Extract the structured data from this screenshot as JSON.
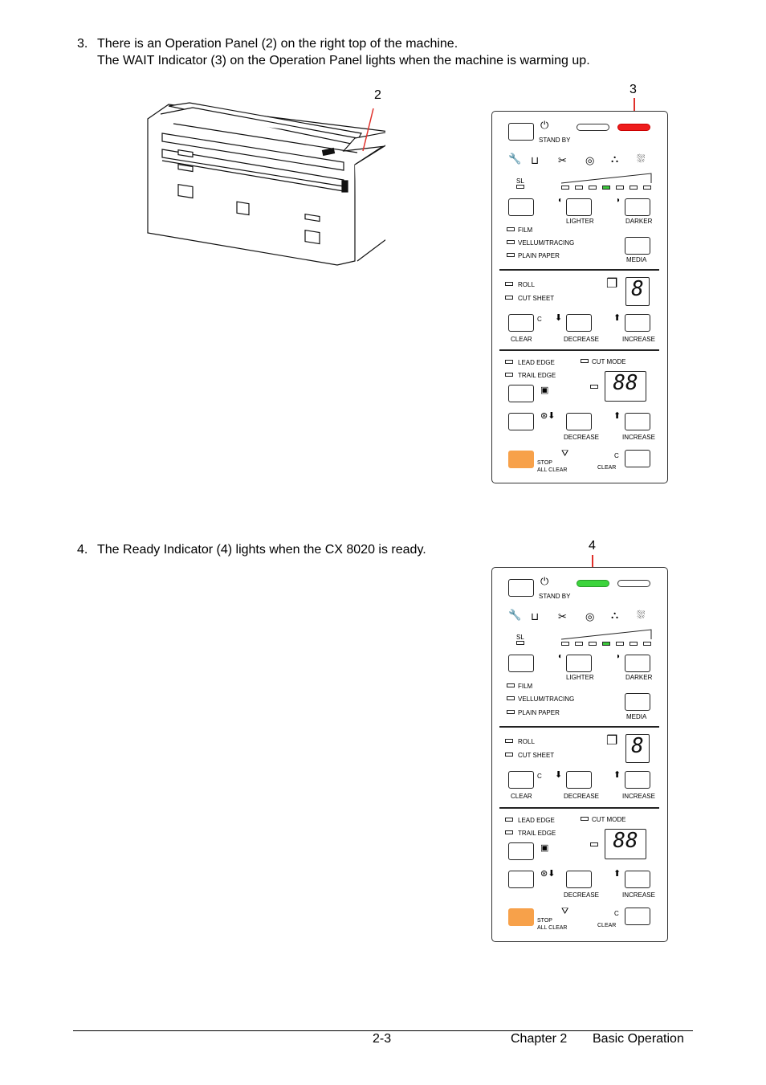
{
  "step3": {
    "number": "3.",
    "line1": "There is an Operation Panel (2) on the right top of the machine.",
    "line2": "The WAIT Indicator (3) on the Operation Panel lights when the machine is warming up.",
    "callout_machine": "2",
    "callout_panel": "3"
  },
  "step4": {
    "number": "4.",
    "line1": "The Ready Indicator (4) lights when the CX 8020 is ready.",
    "callout_panel": "4"
  },
  "panel": {
    "stand_by": "STAND BY",
    "sl": "SL",
    "lighter": "LIGHTER",
    "darker": "DARKER",
    "film": "FILM",
    "vellum": "VELLUM/TRACING",
    "plain": "PLAIN PAPER",
    "media": "MEDIA",
    "roll": "ROLL",
    "cut_sheet": "CUT SHEET",
    "clear_c": "C",
    "clear": "CLEAR",
    "decrease": "DECREASE",
    "increase": "INCREASE",
    "lead_edge": "LEAD EDGE",
    "trail_edge": "TRAIL EDGE",
    "cut_mode": "CUT MODE",
    "stop": "STOP",
    "all_clear": "ALL CLEAR",
    "digit1": "8",
    "digit2": "88",
    "colors": {
      "wait": "#ee1c1c",
      "ready": "#3cd43c",
      "stop": "#f7a14a",
      "density_led": "#3cc83c"
    },
    "icons": [
      "power-icon",
      "wrench-icon",
      "paper-cassette-icon",
      "scissors-icon",
      "roll-icon",
      "toner-icon",
      "developer-icon",
      "copies-icon",
      "document-icon",
      "stop-icon"
    ]
  },
  "footer": {
    "page": "2-3",
    "chapter": "Chapter 2",
    "section": "Basic Operation"
  }
}
